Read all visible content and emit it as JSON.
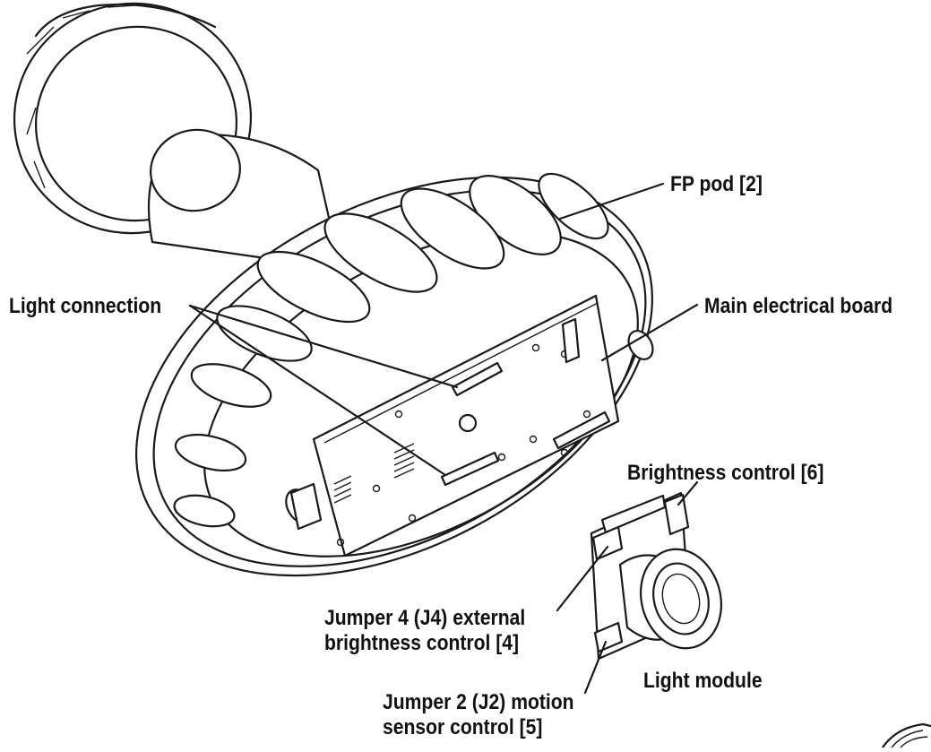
{
  "labels": {
    "fp_pod": "FP pod [2]",
    "light_connection": "Light connection",
    "main_board": "Main electrical board",
    "brightness_control": "Brightness control [6]",
    "jumper4_line1": "Jumper 4 (J4) external",
    "jumper4_line2": "brightness control [4]",
    "light_module": "Light module",
    "jumper2_line1": "Jumper 2 (J2) motion",
    "jumper2_line2": "sensor control [5]"
  },
  "colors": {
    "stroke": "#1a1a1a",
    "background": "#ffffff"
  }
}
